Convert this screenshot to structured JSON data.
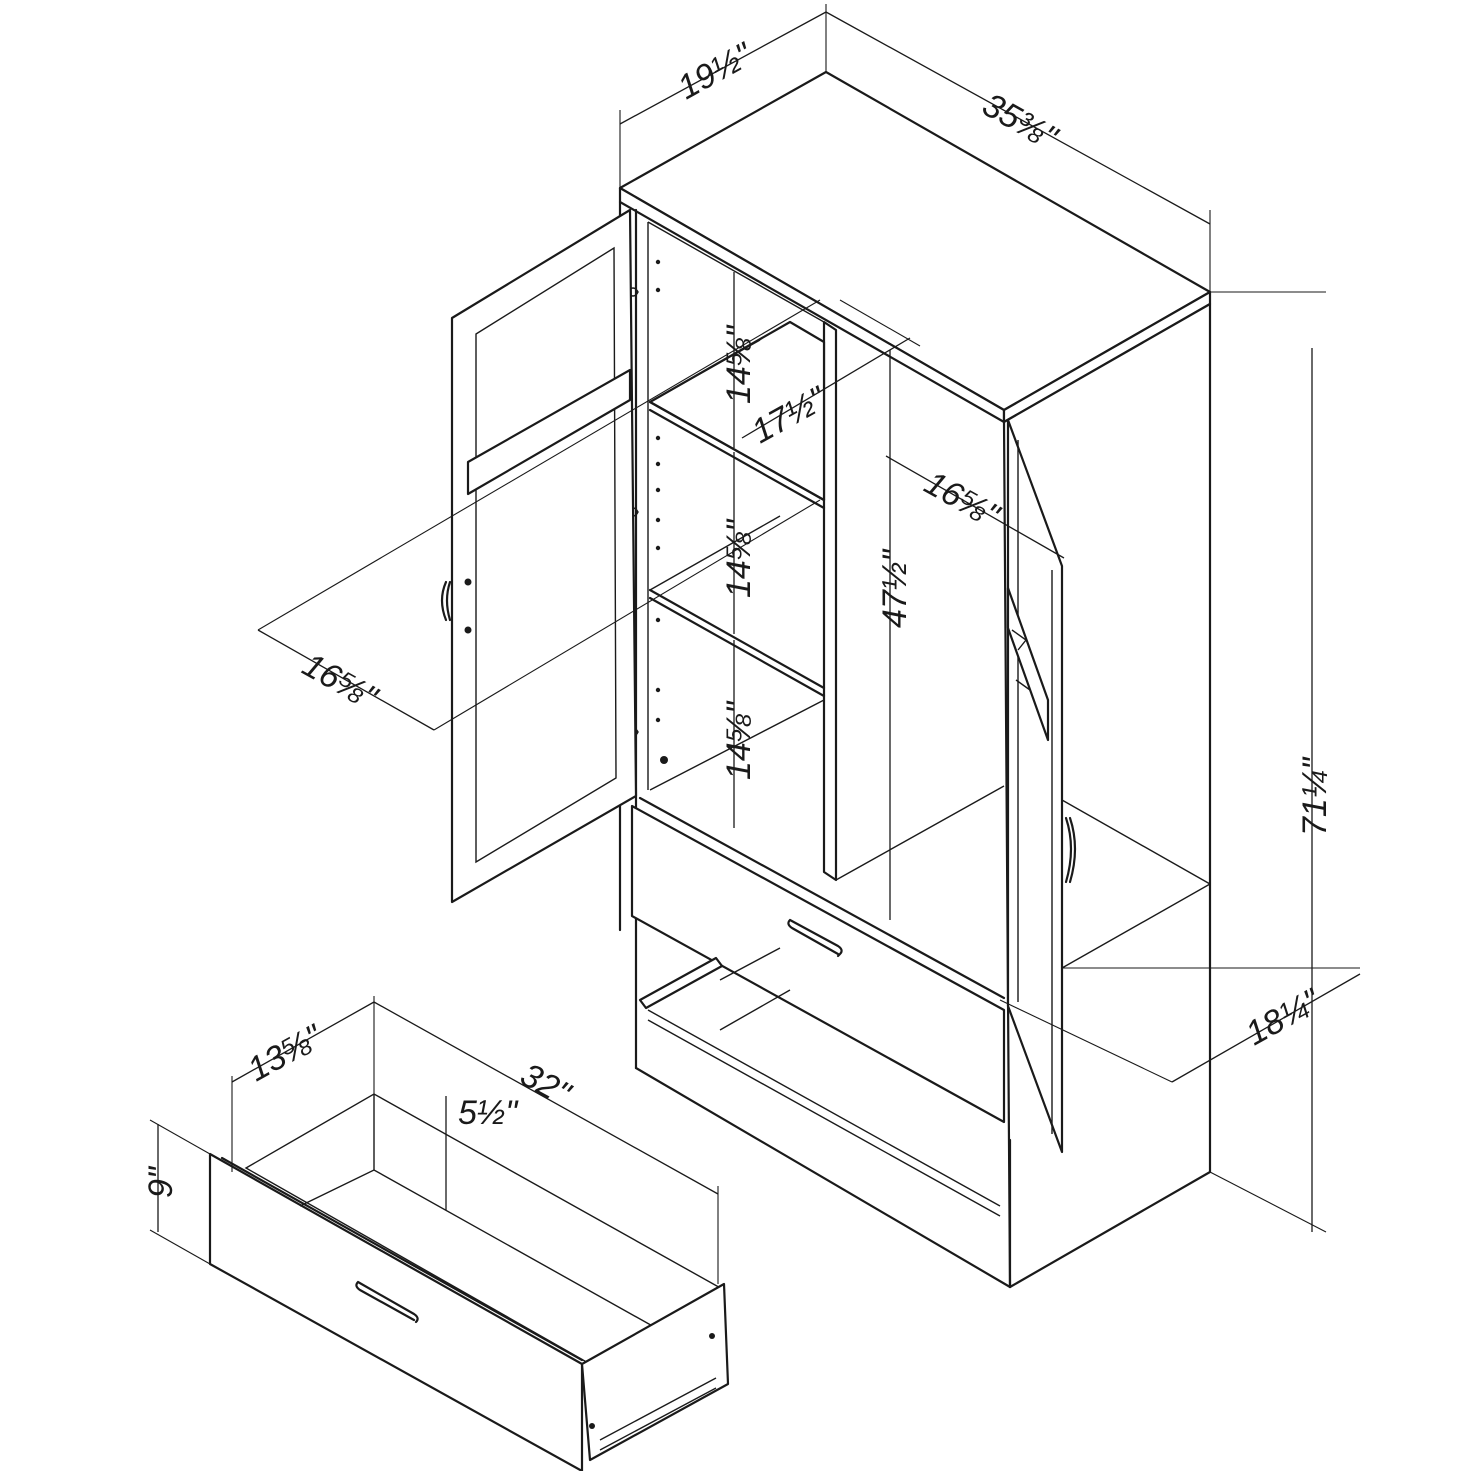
{
  "dimensions": {
    "depth_top": "19½\"",
    "width_top": "35⅜\"",
    "height_total": "71¼\"",
    "depth_base": "18¼\"",
    "shelf_height_top": "14⅝\"",
    "shelf_height_middle": "14⅝\"",
    "shelf_height_bottom": "14⅝\"",
    "shelf_width": "17½\"",
    "hanging_depth": "16⅝\"",
    "hanging_height": "47½\"",
    "door_depth": "16⅝\"",
    "drawer_depth": "13⅝\"",
    "drawer_width": "32\"",
    "drawer_inner_height": "5½\"",
    "drawer_height": "9\""
  },
  "colors": {
    "line": "#1a1a1a",
    "background": "#ffffff"
  }
}
